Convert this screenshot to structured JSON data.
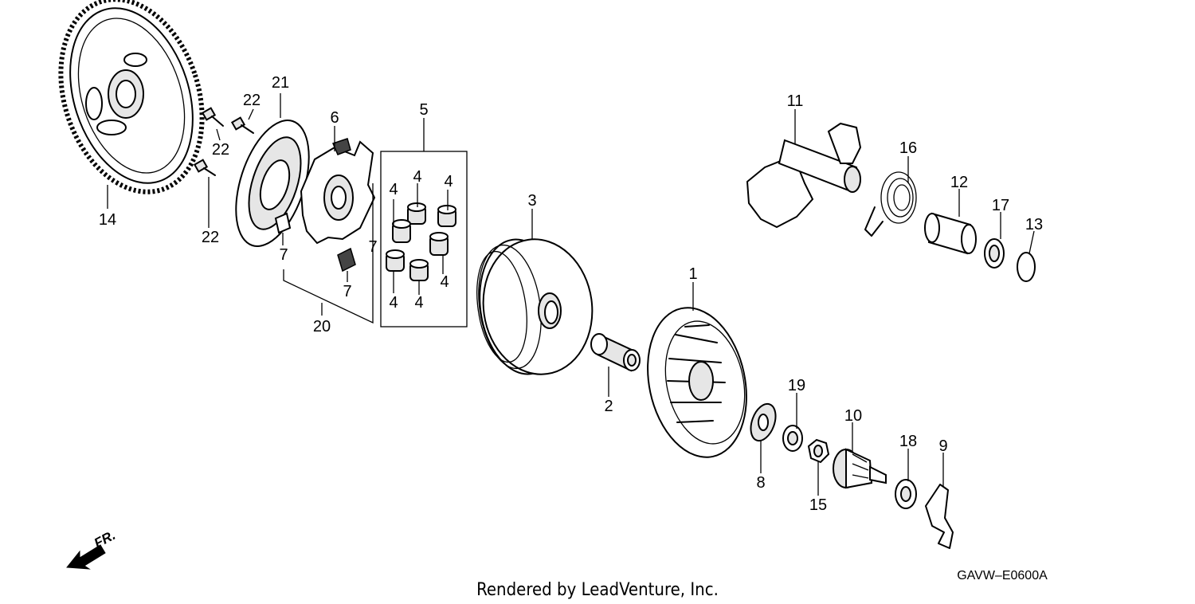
{
  "callouts": [
    {
      "id": "c1",
      "text": "1"
    },
    {
      "id": "c2",
      "text": "2"
    },
    {
      "id": "c3",
      "text": "3"
    },
    {
      "id": "c4a",
      "text": "4"
    },
    {
      "id": "c4b",
      "text": "4"
    },
    {
      "id": "c4c",
      "text": "4"
    },
    {
      "id": "c4d",
      "text": "4"
    },
    {
      "id": "c4e",
      "text": "4"
    },
    {
      "id": "c4f",
      "text": "4"
    },
    {
      "id": "c5",
      "text": "5"
    },
    {
      "id": "c6",
      "text": "6"
    },
    {
      "id": "c7a",
      "text": "7"
    },
    {
      "id": "c7b",
      "text": "7"
    },
    {
      "id": "c7c",
      "text": "7"
    },
    {
      "id": "c8",
      "text": "8"
    },
    {
      "id": "c9",
      "text": "9"
    },
    {
      "id": "c10",
      "text": "10"
    },
    {
      "id": "c11",
      "text": "11"
    },
    {
      "id": "c12",
      "text": "12"
    },
    {
      "id": "c13",
      "text": "13"
    },
    {
      "id": "c14",
      "text": "14"
    },
    {
      "id": "c15",
      "text": "15"
    },
    {
      "id": "c16",
      "text": "16"
    },
    {
      "id": "c17",
      "text": "17"
    },
    {
      "id": "c18",
      "text": "18"
    },
    {
      "id": "c19",
      "text": "19"
    },
    {
      "id": "c20",
      "text": "20"
    },
    {
      "id": "c21",
      "text": "21"
    },
    {
      "id": "c22a",
      "text": "22"
    },
    {
      "id": "c22b",
      "text": "22"
    },
    {
      "id": "c22c",
      "text": "22"
    }
  ],
  "direction_label": "FR.",
  "diagram_code": "GAVW–E0600A",
  "footer_text": "Rendered by LeadVenture, Inc."
}
